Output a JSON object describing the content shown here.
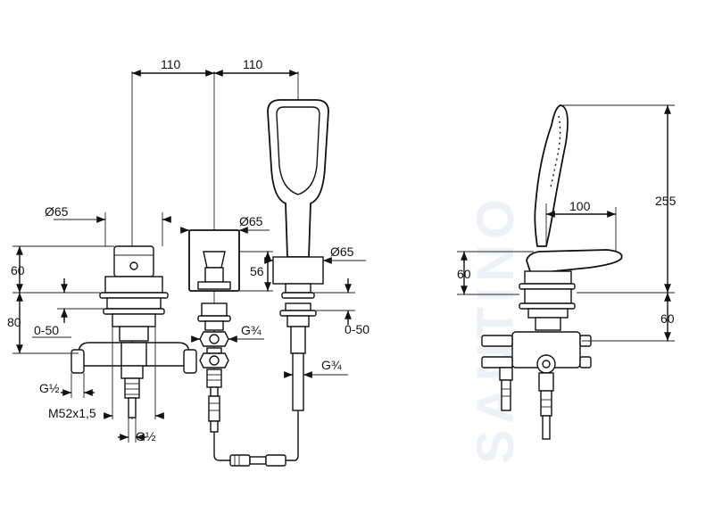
{
  "watermark": "SANTINO",
  "dimensions": {
    "top_left_110": "110",
    "top_right_110": "110",
    "dia_mixer": "Ø65",
    "dia_middle": "Ø65",
    "dia_shower": "Ø65",
    "h56": "56",
    "h60_left": "60",
    "h80_left": "80",
    "range_left": "0-50",
    "range_right": "0-50",
    "g34_middle": "G¾",
    "g34_shower": "G¾",
    "g12_inlet": "G½",
    "m52": "M52x1,5",
    "g12_bottom": "G½",
    "side_100": "100",
    "side_255": "255",
    "side_60_top": "60",
    "side_60_bottom": "60"
  },
  "colors": {
    "line": "#111111",
    "watermark": "#eef2f7",
    "background": "#ffffff"
  }
}
